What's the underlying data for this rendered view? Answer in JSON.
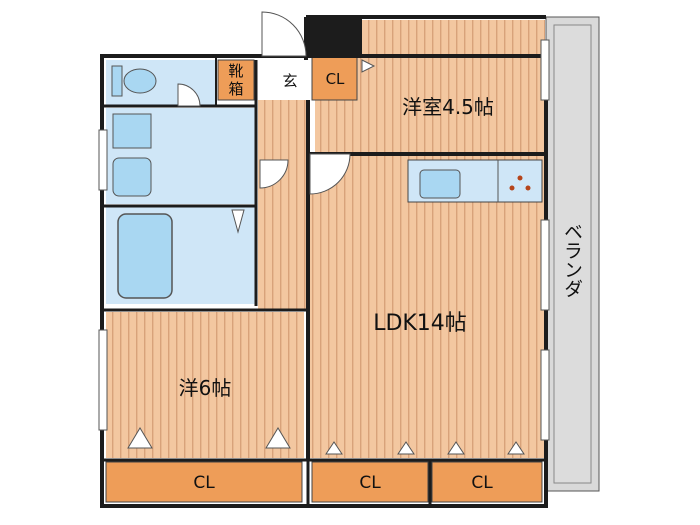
{
  "plan": {
    "rooms": {
      "western_room_small": "洋室4.5帖",
      "ldk": "LDK14帖",
      "western_room_large": "洋6帖"
    },
    "labels": {
      "shoe_box_line1": "靴",
      "shoe_box_line2": "箱",
      "entrance": "玄",
      "veranda": "ベランダ"
    },
    "closets": {
      "cl_top": "CL",
      "cl_bottom_left": "CL",
      "cl_bottom_mid": "CL",
      "cl_bottom_right": "CL"
    },
    "colors": {
      "floor_wood": "#f3c7a0",
      "wood_stripe": "#d8a27a",
      "closet": "#ee9d58",
      "wet_area": "#cfe6f7",
      "fixture": "#a9d7f2",
      "veranda": "#d9d9d9",
      "wall": "#1c1c1c"
    }
  }
}
